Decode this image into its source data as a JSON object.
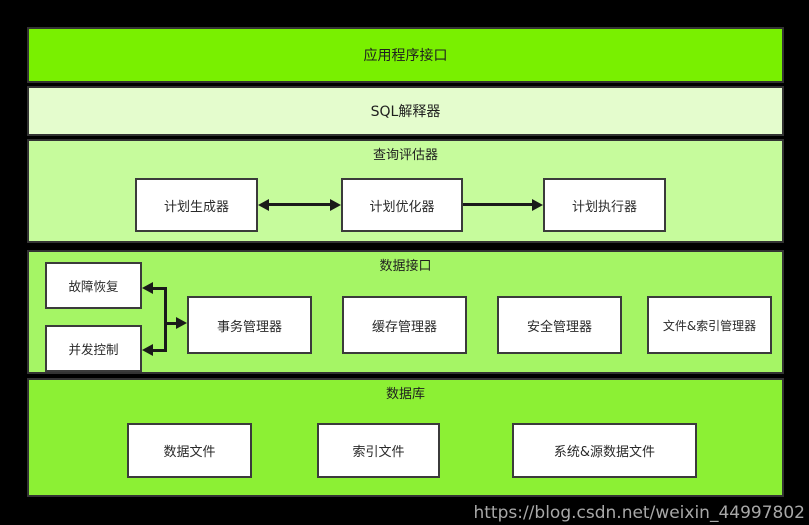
{
  "watermark": {
    "text": "https://blog.csdn.net/weixin_44997802"
  },
  "colors": {
    "background": "#000000",
    "layer_api": "#79F000",
    "layer_sql": "#E4FCCD",
    "layer_query": "#C6FB9C",
    "layer_data_interface": "#A5F565",
    "layer_database": "#8CF034",
    "node_fill": "#FFFFFF",
    "node_border": "#3B3B3B",
    "arrow": "#1A1A1A",
    "text": "#1F1F1F",
    "watermark_text": "#A8A8A8"
  },
  "diagram": {
    "layers": {
      "api": {
        "label": "应用程序接口"
      },
      "sql": {
        "label": "SQL解释器"
      },
      "query": {
        "label": "查询评估器",
        "nodes": {
          "plan_generator": "计划生成器",
          "plan_optimizer": "计划优化器",
          "plan_executor": "计划执行器"
        }
      },
      "data_interface": {
        "label": "数据接口",
        "nodes": {
          "fault_recovery": "故障恢复",
          "concurrency_control": "并发控制",
          "transaction_manager": "事务管理器",
          "cache_manager": "缓存管理器",
          "security_manager": "安全管理器",
          "file_index_manager": "文件&索引管理器"
        }
      },
      "database": {
        "label": "数据库",
        "nodes": {
          "data_files": "数据文件",
          "index_files": "索引文件",
          "system_source_files": "系统&源数据文件"
        }
      }
    }
  }
}
